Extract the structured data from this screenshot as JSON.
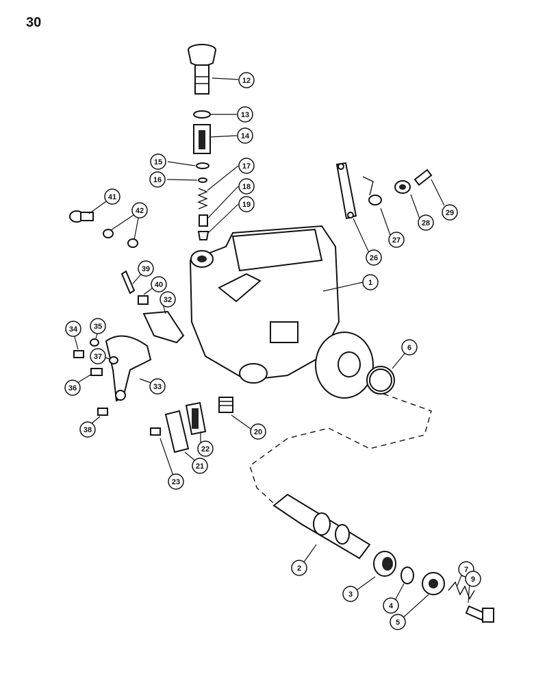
{
  "page": {
    "number": "30"
  },
  "diagram": {
    "callouts": [
      "1",
      "2",
      "3",
      "4",
      "5",
      "6",
      "7",
      "9",
      "12",
      "13",
      "14",
      "15",
      "16",
      "17",
      "18",
      "19",
      "20",
      "21",
      "22",
      "23",
      "26",
      "27",
      "28",
      "29",
      "32",
      "33",
      "34",
      "35",
      "36",
      "37",
      "38",
      "39",
      "40",
      "41",
      "42"
    ]
  }
}
